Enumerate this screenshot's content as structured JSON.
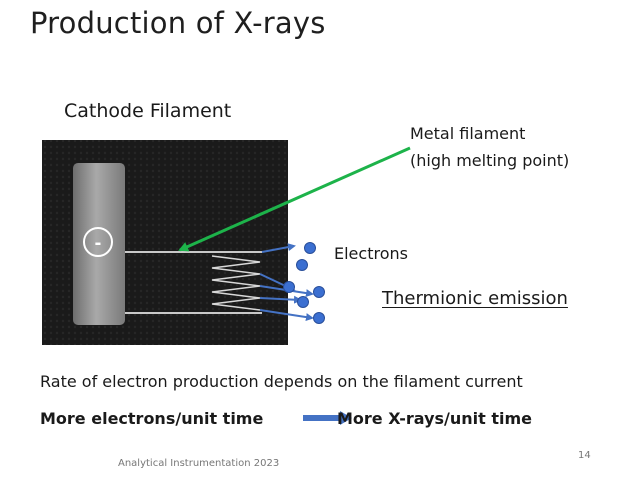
{
  "slide": {
    "title": "Production of X-rays",
    "cathode_label": "Cathode Filament",
    "metal_label_line1": "Metal filament",
    "metal_label_line2": "(high melting point)",
    "electrons_label": "Electrons",
    "thermionic_label": "Thermionic emission",
    "rate_text": "Rate of electron production depends on the filament current",
    "more_electrons": "More electrons/unit time",
    "more_xrays": "More X-rays/unit time",
    "footer": "Analytical Instrumentation 2023",
    "page_number": "14",
    "cathode_symbol": "-"
  },
  "colors": {
    "green_arrow": "#1db34a",
    "blue_arrow": "#4472c4",
    "electron": "#3b6fd1",
    "photo_background": "#1c1c1c"
  },
  "icons": {
    "cathode": "cathode-icon",
    "electron": "electron-dot",
    "arrow": "arrow-right"
  }
}
